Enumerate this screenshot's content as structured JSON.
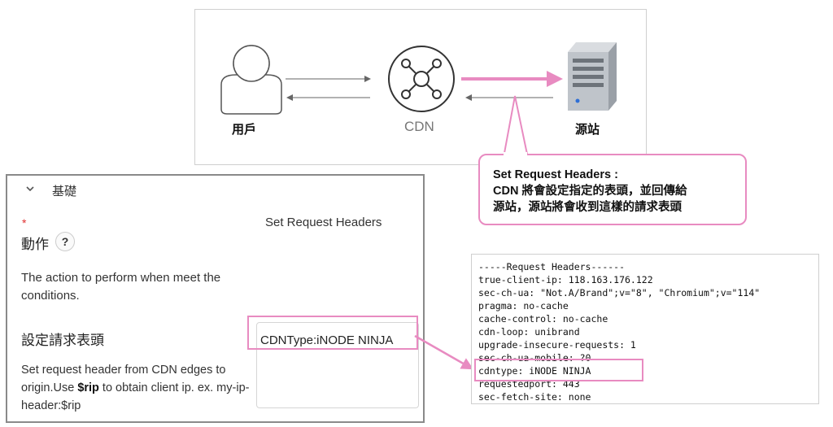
{
  "diagram": {
    "user_label": "用戶",
    "cdn_label": "CDN",
    "origin_label": "源站"
  },
  "callout": {
    "line1": "Set Request Headers :",
    "line2": "CDN 將會設定指定的表頭，並回傳給",
    "line3": "源站，源站將會收到這樣的請求表頭"
  },
  "settings": {
    "section_title": "基礎",
    "required_mark": "*",
    "action_title": "動作",
    "help_icon_glyph": "?",
    "action_value": "Set Request Headers",
    "action_desc": "The action to perform when meet the conditions.",
    "header_title": "設定請求表頭",
    "header_desc_pre": "Set request header from CDN edges to origin.Use ",
    "header_desc_bold": "$rip",
    "header_desc_post": " to obtain client ip. ex. my-ip-header:$rip",
    "header_input_value": "CDNType:iNODE NINJA"
  },
  "request_headers": [
    "-----Request Headers------",
    "true-client-ip: 118.163.176.122",
    "sec-ch-ua: \"Not.A/Brand\";v=\"8\", \"Chromium\";v=\"114\"",
    "pragma: no-cache",
    "cache-control: no-cache",
    "cdn-loop: unibrand",
    "upgrade-insecure-requests: 1",
    "sec-ch-ua-mobile: ?0",
    "cdntype: iNODE NINJA",
    "requestedport: 443",
    "sec-fetch-site: none"
  ],
  "colors": {
    "accent_pink": "#e88bc1",
    "required_red": "#e03030"
  },
  "icons": [
    "user-icon",
    "cdn-network-icon",
    "server-icon",
    "chevron-down-icon",
    "help-icon"
  ]
}
